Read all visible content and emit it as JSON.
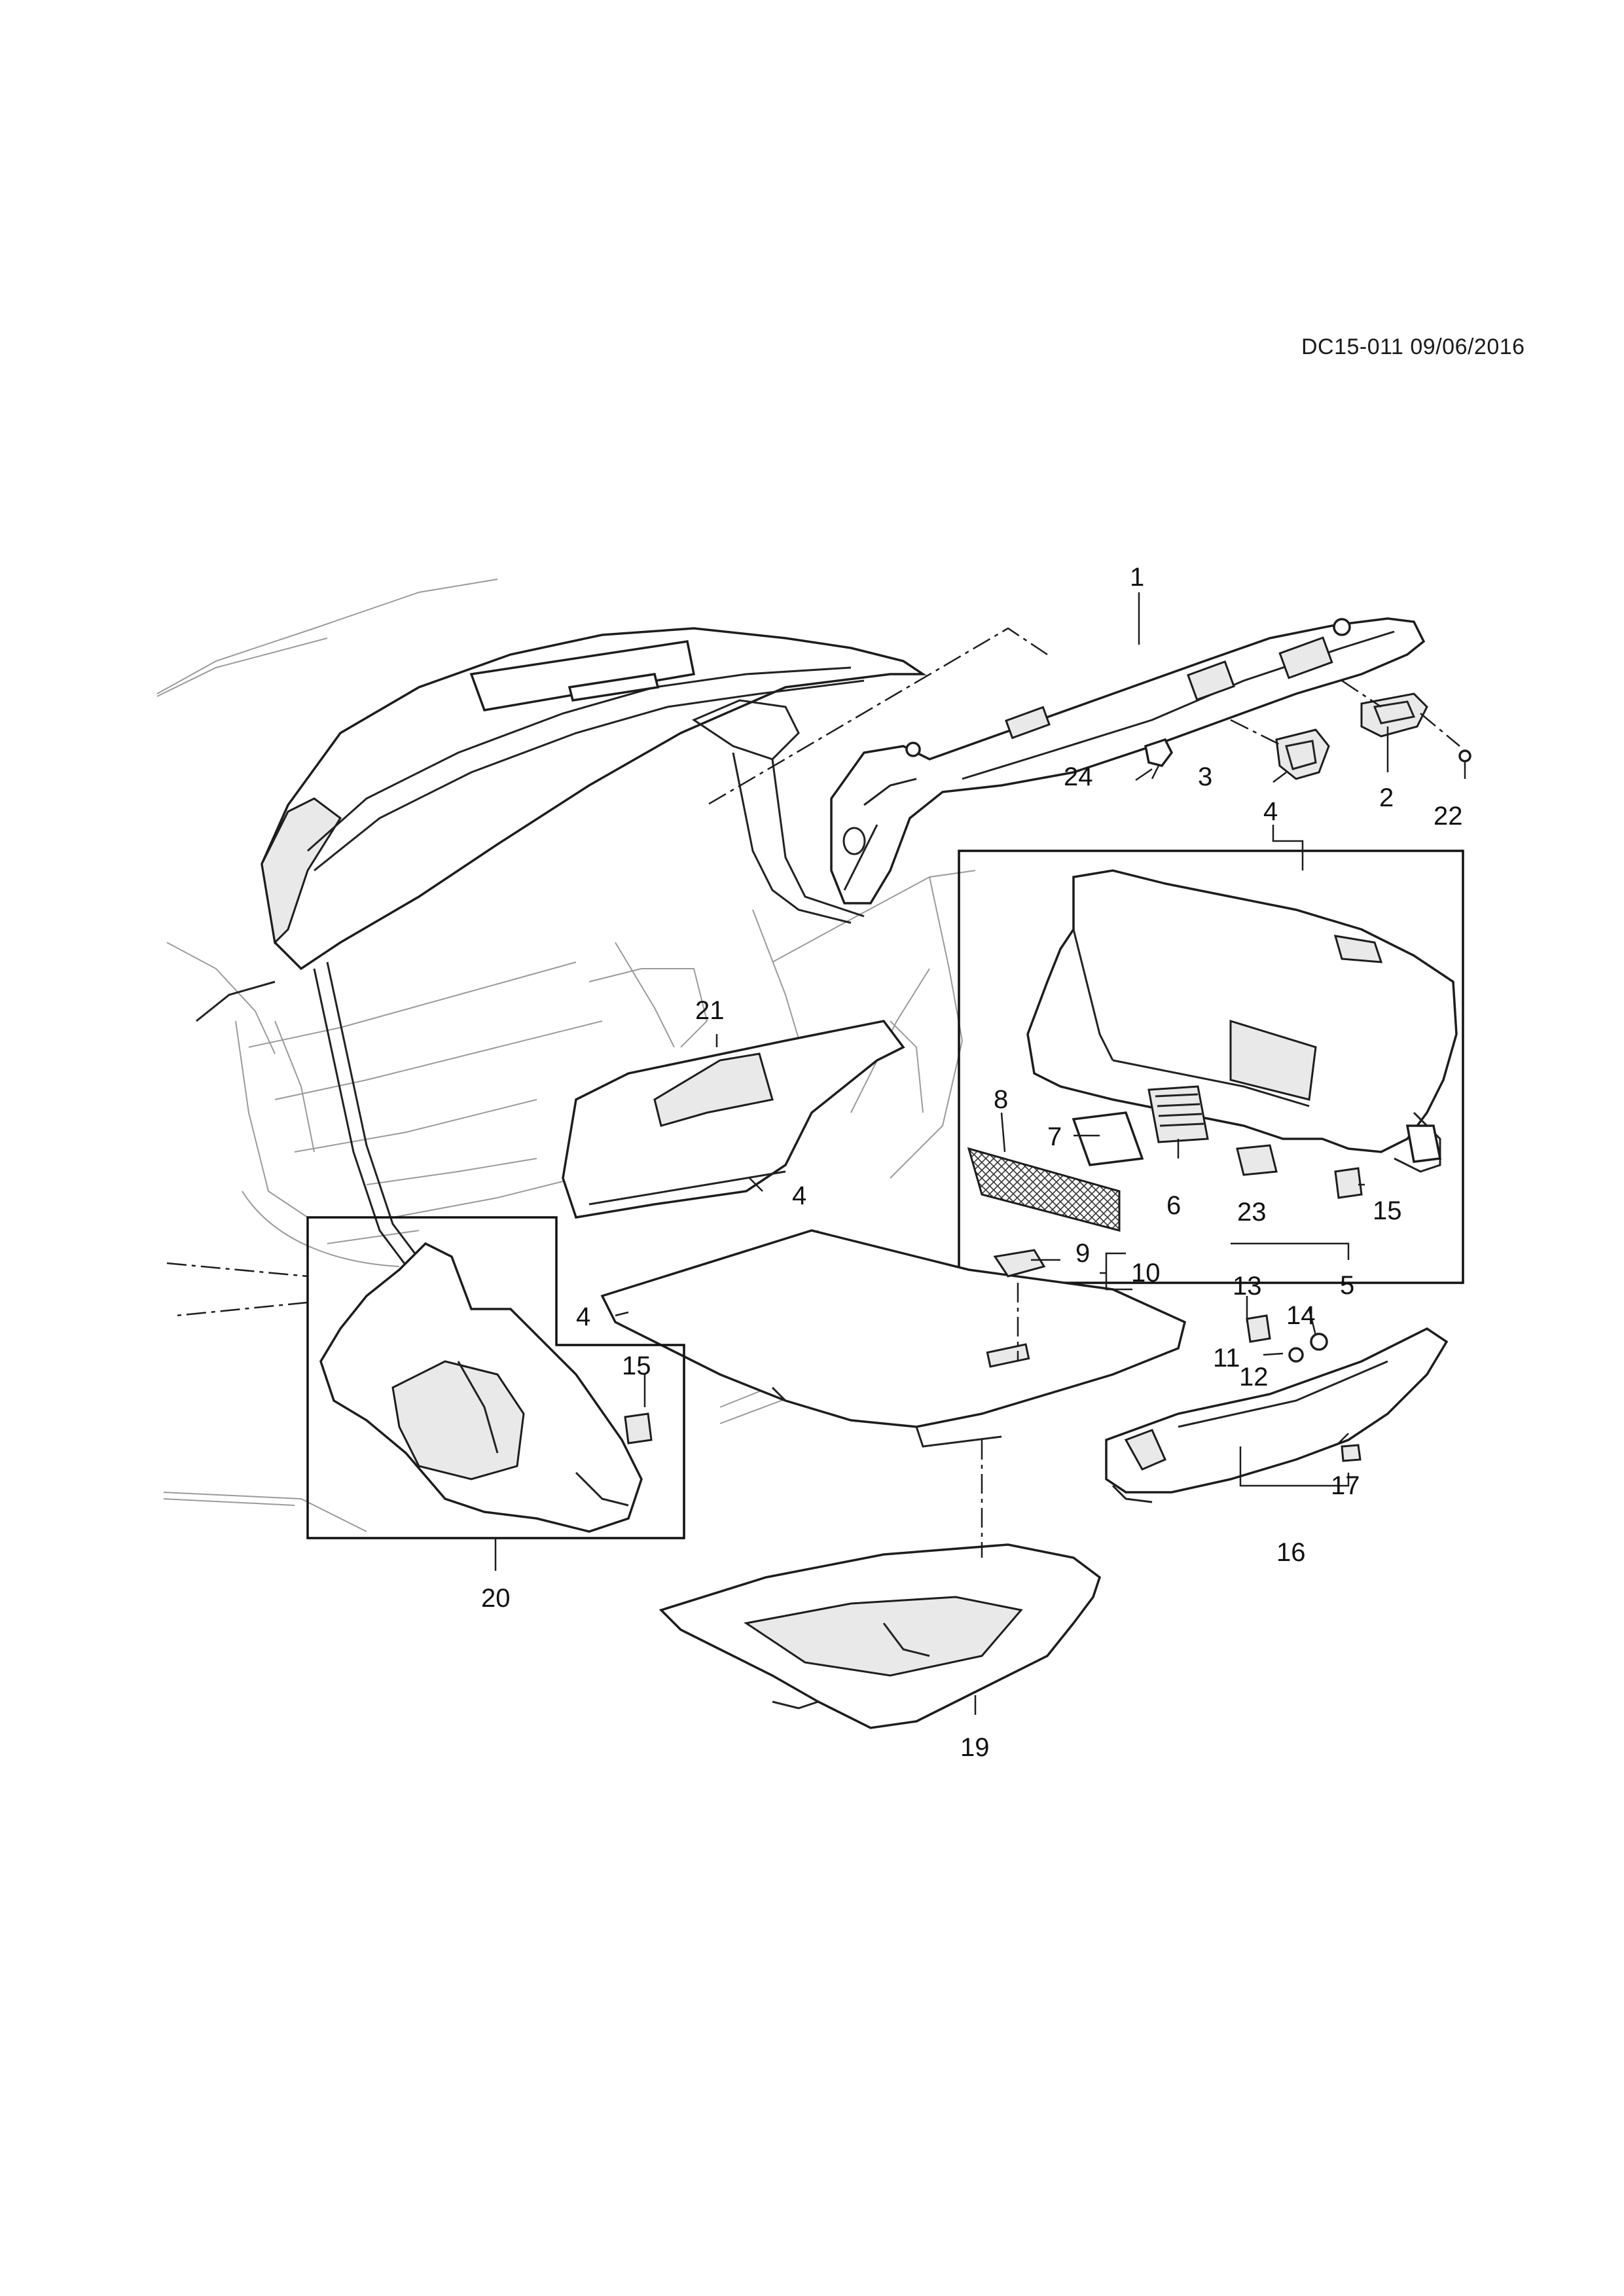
{
  "header": {
    "drawing_code": "DC15-011 09/06/2016"
  },
  "callouts": [
    {
      "id": "c1",
      "label": "1"
    },
    {
      "id": "c2",
      "label": "2"
    },
    {
      "id": "c3",
      "label": "3"
    },
    {
      "id": "c4a",
      "label": "4"
    },
    {
      "id": "c4b",
      "label": "4"
    },
    {
      "id": "c4c",
      "label": "4"
    },
    {
      "id": "c5",
      "label": "5"
    },
    {
      "id": "c6",
      "label": "6"
    },
    {
      "id": "c7",
      "label": "7"
    },
    {
      "id": "c8",
      "label": "8"
    },
    {
      "id": "c9",
      "label": "9"
    },
    {
      "id": "c10",
      "label": "10"
    },
    {
      "id": "c11",
      "label": "11"
    },
    {
      "id": "c12",
      "label": "12"
    },
    {
      "id": "c13",
      "label": "13"
    },
    {
      "id": "c14",
      "label": "14"
    },
    {
      "id": "c15a",
      "label": "15"
    },
    {
      "id": "c15b",
      "label": "15"
    },
    {
      "id": "c16",
      "label": "16"
    },
    {
      "id": "c17",
      "label": "17"
    },
    {
      "id": "c19",
      "label": "19"
    },
    {
      "id": "c20",
      "label": "20"
    },
    {
      "id": "c21",
      "label": "21"
    },
    {
      "id": "c22",
      "label": "22"
    },
    {
      "id": "c23",
      "label": "23"
    },
    {
      "id": "c24",
      "label": "24"
    }
  ]
}
